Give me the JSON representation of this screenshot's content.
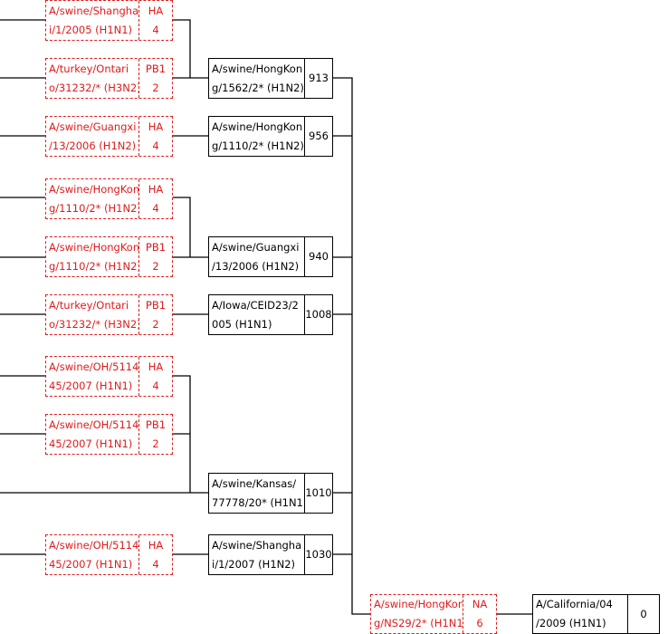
{
  "colors": {
    "edge": "#000000",
    "reassortment": "#e01b1b"
  },
  "sources": [
    {
      "id": "s1",
      "line1": "A/swine/Shangha",
      "line2": "i/1/2005 (H1N1)",
      "seg": "HA",
      "segnum": "4"
    },
    {
      "id": "s2",
      "line1": "A/turkey/Ontari",
      "line2": "o/31232/* (H3N2)",
      "seg": "PB1",
      "segnum": "2"
    },
    {
      "id": "s3",
      "line1": "A/swine/Guangxi",
      "line2": "/13/2006 (H1N2)",
      "seg": "HA",
      "segnum": "4"
    },
    {
      "id": "s4",
      "line1": "A/swine/HongKon",
      "line2": "g/1110/2* (H1N2)",
      "seg": "HA",
      "segnum": "4"
    },
    {
      "id": "s5",
      "line1": "A/swine/HongKon",
      "line2": "g/1110/2* (H1N2)",
      "seg": "PB1",
      "segnum": "2"
    },
    {
      "id": "s6",
      "line1": "A/turkey/Ontari",
      "line2": "o/31232/* (H3N2)",
      "seg": "PB1",
      "segnum": "2"
    },
    {
      "id": "s7",
      "line1": "A/swine/OH/5114",
      "line2": "45/2007 (H1N1)",
      "seg": "HA",
      "segnum": "4"
    },
    {
      "id": "s8",
      "line1": "A/swine/OH/5114",
      "line2": "45/2007 (H1N1)",
      "seg": "PB1",
      "segnum": "2"
    },
    {
      "id": "s9",
      "line1": "A/swine/OH/5114",
      "line2": "45/2007 (H1N1)",
      "seg": "HA",
      "segnum": "4"
    },
    {
      "id": "s10",
      "line1": "A/swine/HongKon",
      "line2": "g/NS29/2* (H1N1)",
      "seg": "NA",
      "segnum": "6"
    }
  ],
  "nodes": [
    {
      "id": "n1",
      "line1": "A/swine/HongKon",
      "line2": "g/1562/2* (H1N2)",
      "score": "913"
    },
    {
      "id": "n2",
      "line1": "A/swine/HongKon",
      "line2": "g/1110/2* (H1N2)",
      "score": "956"
    },
    {
      "id": "n3",
      "line1": "A/swine/Guangxi",
      "line2": "/13/2006 (H1N2)",
      "score": "940"
    },
    {
      "id": "n4",
      "line1": "A/Iowa/CEID23/2",
      "line2": "005 (H1N1)",
      "score": "1008"
    },
    {
      "id": "n5",
      "line1": "A/swine/Kansas/",
      "line2": "77778/20* (H1N1)",
      "score": "1010"
    },
    {
      "id": "n6",
      "line1": "A/swine/Shangha",
      "line2": "i/1/2007 (H1N2)",
      "score": "1030"
    },
    {
      "id": "n7",
      "line1": "A/California/04",
      "line2": "/2009 (H1N1)",
      "score": "0"
    }
  ]
}
